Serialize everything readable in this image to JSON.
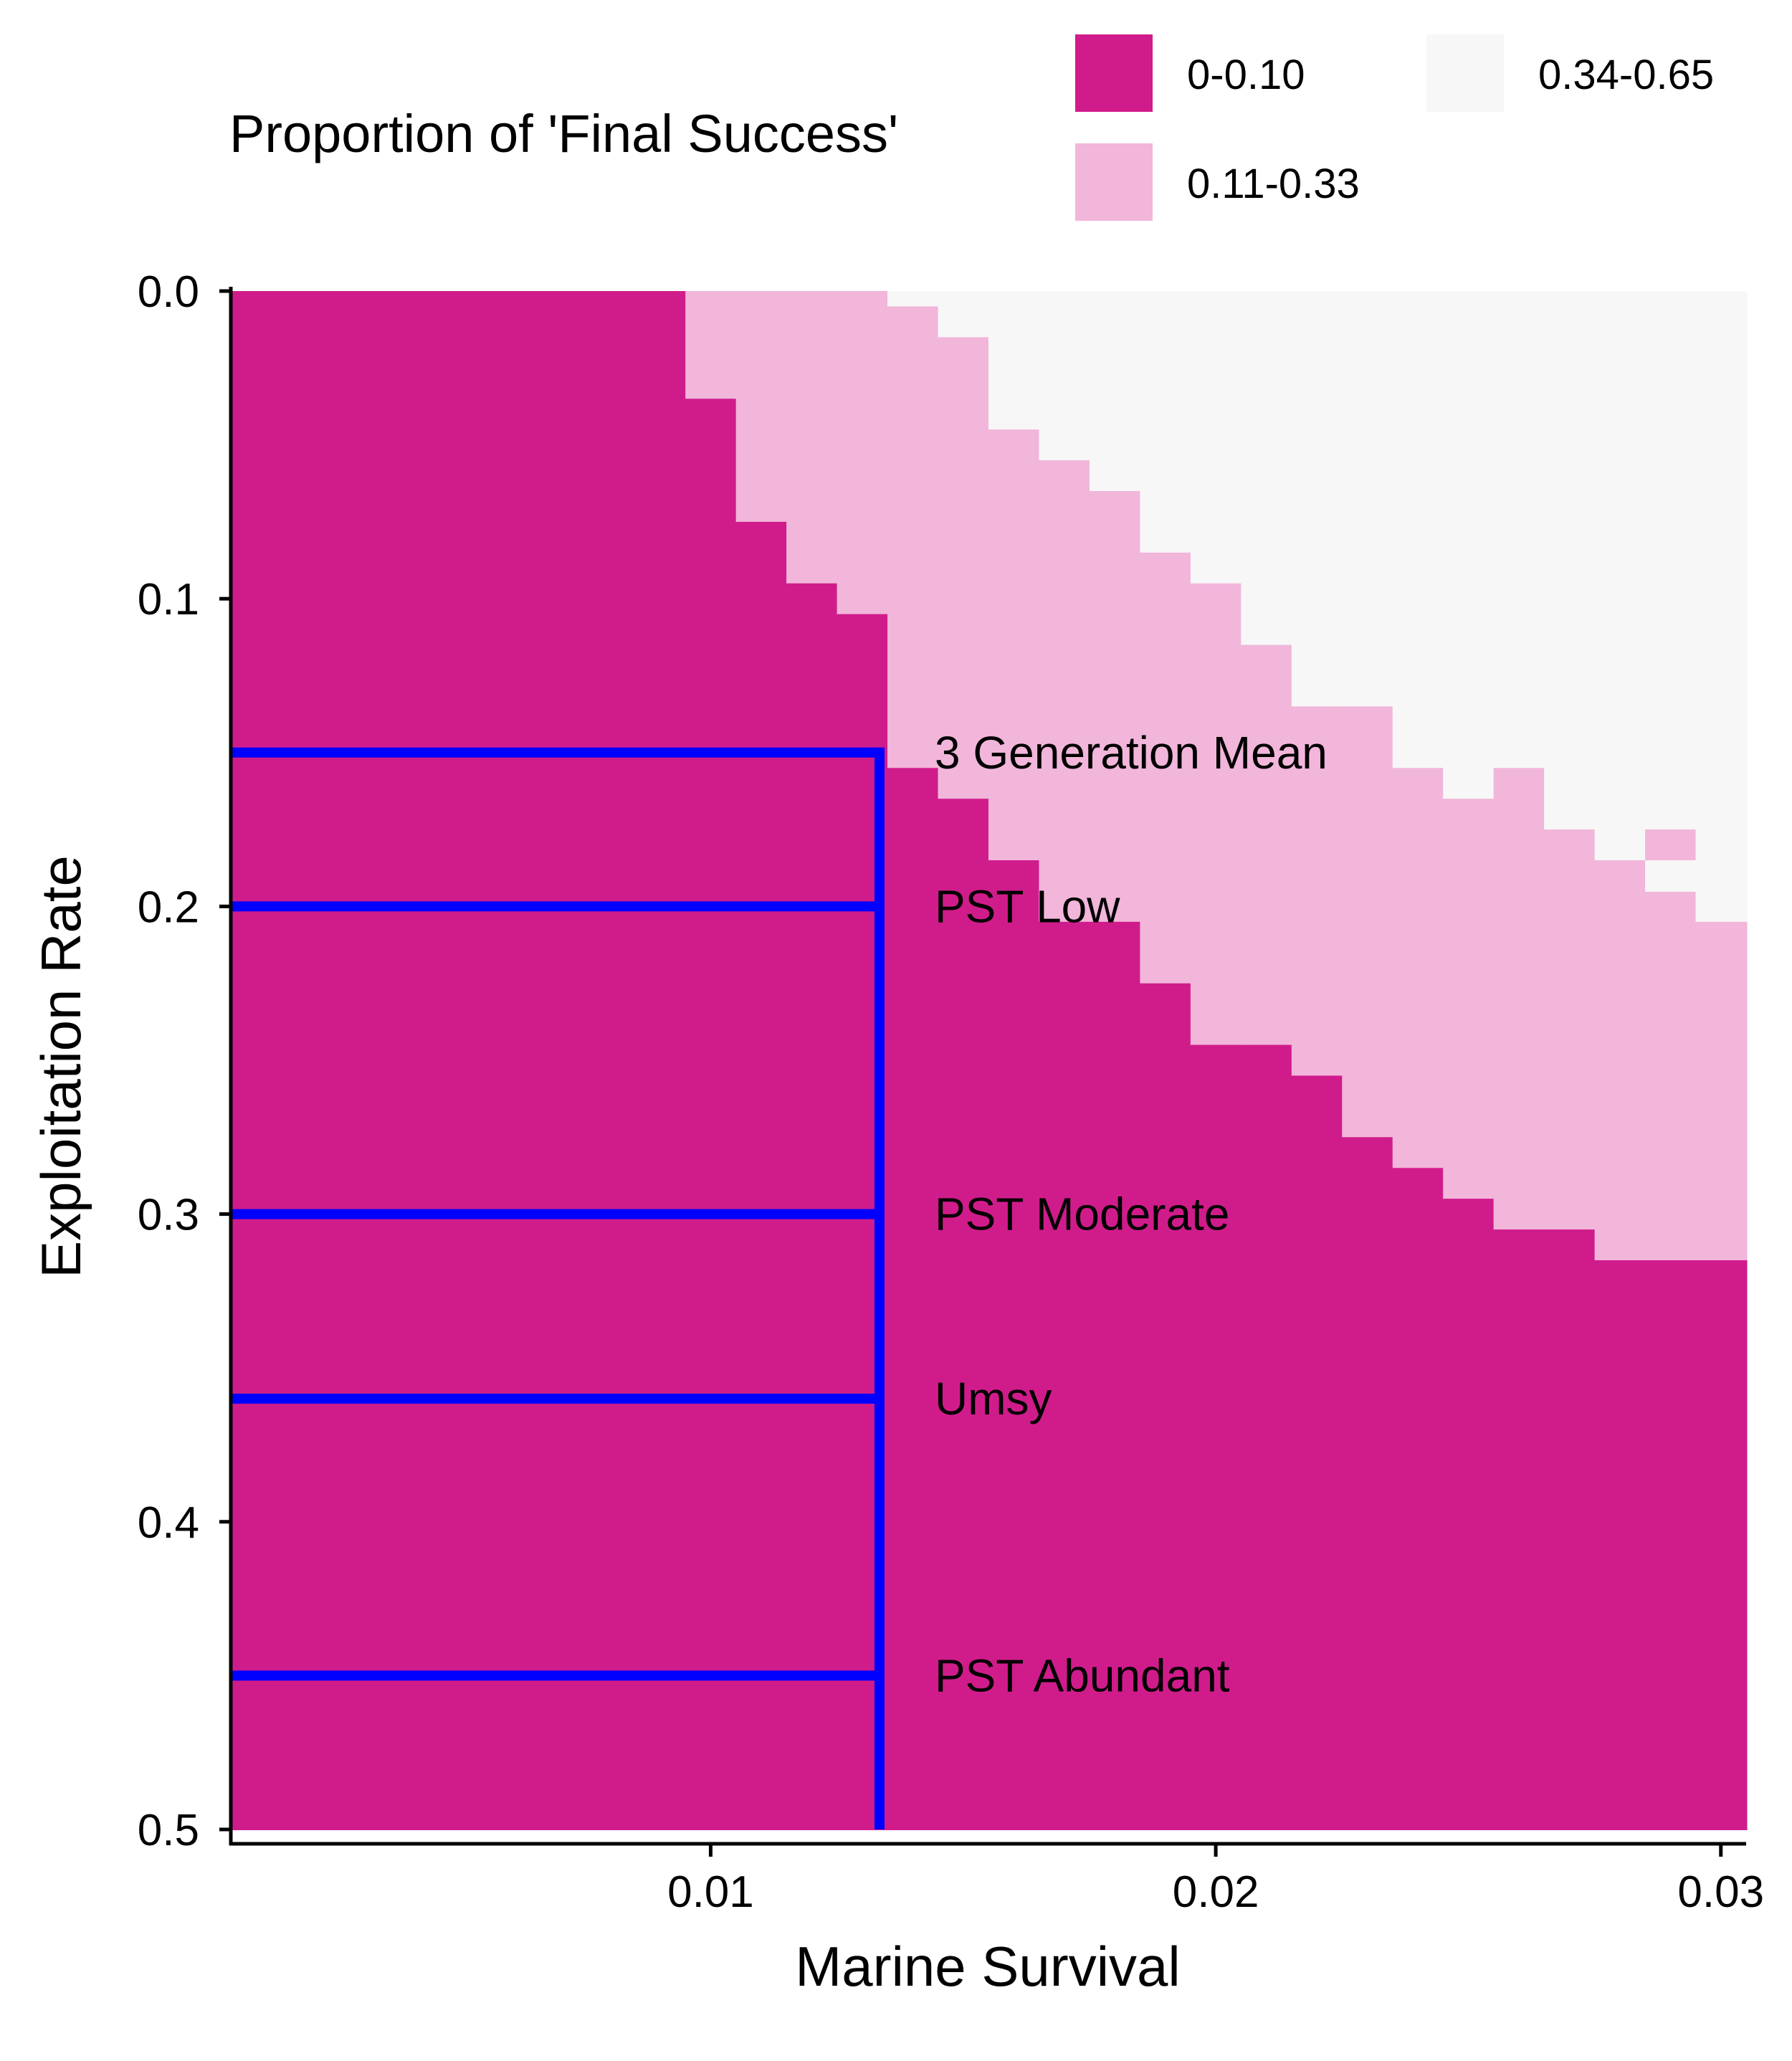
{
  "chart_data": {
    "type": "heatmap",
    "title": "",
    "xlabel": "Marine Survival",
    "ylabel": "Exploitation Rate",
    "xlim": [
      0.0005,
      0.0305
    ],
    "ylim": [
      0.5,
      0.0
    ],
    "x_ticks": [
      {
        "value": 0.01,
        "label": "0.01"
      },
      {
        "value": 0.02,
        "label": "0.02"
      },
      {
        "value": 0.03,
        "label": "0.03"
      }
    ],
    "y_ticks": [
      {
        "value": 0.0,
        "label": "0.0"
      },
      {
        "value": 0.1,
        "label": "0.1"
      },
      {
        "value": 0.2,
        "label": "0.2"
      },
      {
        "value": 0.3,
        "label": "0.3"
      },
      {
        "value": 0.4,
        "label": "0.4"
      },
      {
        "value": 0.5,
        "label": "0.5"
      }
    ],
    "grid": false,
    "legend": {
      "title": "Proportion of 'Final Success'",
      "position": "top",
      "categories": [
        {
          "label": "0-0.10",
          "color": "#D01C8B"
        },
        {
          "label": "0.11-0.33",
          "color": "#F1B6DA"
        },
        {
          "label": "0.34-0.65",
          "color": "#F7F7F7"
        }
      ]
    },
    "grid_x_start": 0.0005,
    "grid_x_step": 0.001,
    "grid_y_start": 0.0,
    "grid_y_step": 0.01,
    "boundaries": {
      "low_edge": [
        0,
        0,
        0,
        0,
        0,
        0,
        0,
        0,
        0,
        0.035,
        0.075,
        0.095,
        0.105,
        0.155,
        0.165,
        0.185,
        0.205,
        0.205,
        0.225,
        0.245,
        0.245,
        0.255,
        0.275,
        0.285,
        0.295,
        0.305,
        0.305,
        0.315,
        0.315,
        0.315
      ],
      "high_edge": [
        0,
        0,
        0,
        0,
        0,
        0,
        0,
        0,
        0,
        0,
        0,
        0,
        0,
        0.005,
        0.015,
        0.045,
        0.055,
        0.065,
        0.085,
        0.095,
        0.115,
        0.135,
        0.135,
        0.155,
        0.165,
        0.155,
        0.175,
        0.185,
        0.175,
        0.205
      ]
    },
    "light_pockets": [
      {
        "col": 28,
        "from": 0.185,
        "to": 0.195
      }
    ],
    "reference_lines": [
      {
        "label": "3 Generation Mean",
        "y": 0.15
      },
      {
        "label": "PST Low",
        "y": 0.2
      },
      {
        "label": "PST Moderate",
        "y": 0.3
      },
      {
        "label": "Umsy",
        "y": 0.36
      },
      {
        "label": "PST Abundant",
        "y": 0.45
      }
    ],
    "reference_vertical": {
      "x": 0.0133,
      "y_from": 0.15,
      "y_to": 0.5
    },
    "reference_color": "#0000FF"
  }
}
